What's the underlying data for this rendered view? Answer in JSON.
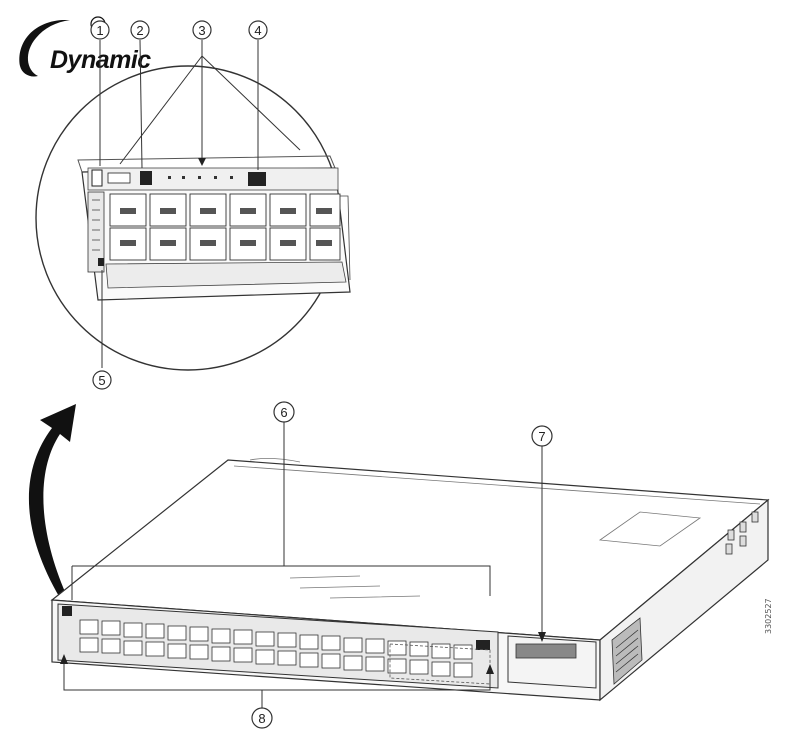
{
  "logo": {
    "text": "Dynamic"
  },
  "callouts": [
    {
      "id": "1",
      "label": "1"
    },
    {
      "id": "2",
      "label": "2"
    },
    {
      "id": "3",
      "label": "3"
    },
    {
      "id": "4",
      "label": "4"
    },
    {
      "id": "5",
      "label": "5"
    },
    {
      "id": "6",
      "label": "6"
    },
    {
      "id": "7",
      "label": "7"
    },
    {
      "id": "8",
      "label": "8"
    }
  ],
  "figure_code": "3302527",
  "colors": {
    "line": "#3a3a3a",
    "panel": "#f2f2f2",
    "dark": "#111111"
  }
}
